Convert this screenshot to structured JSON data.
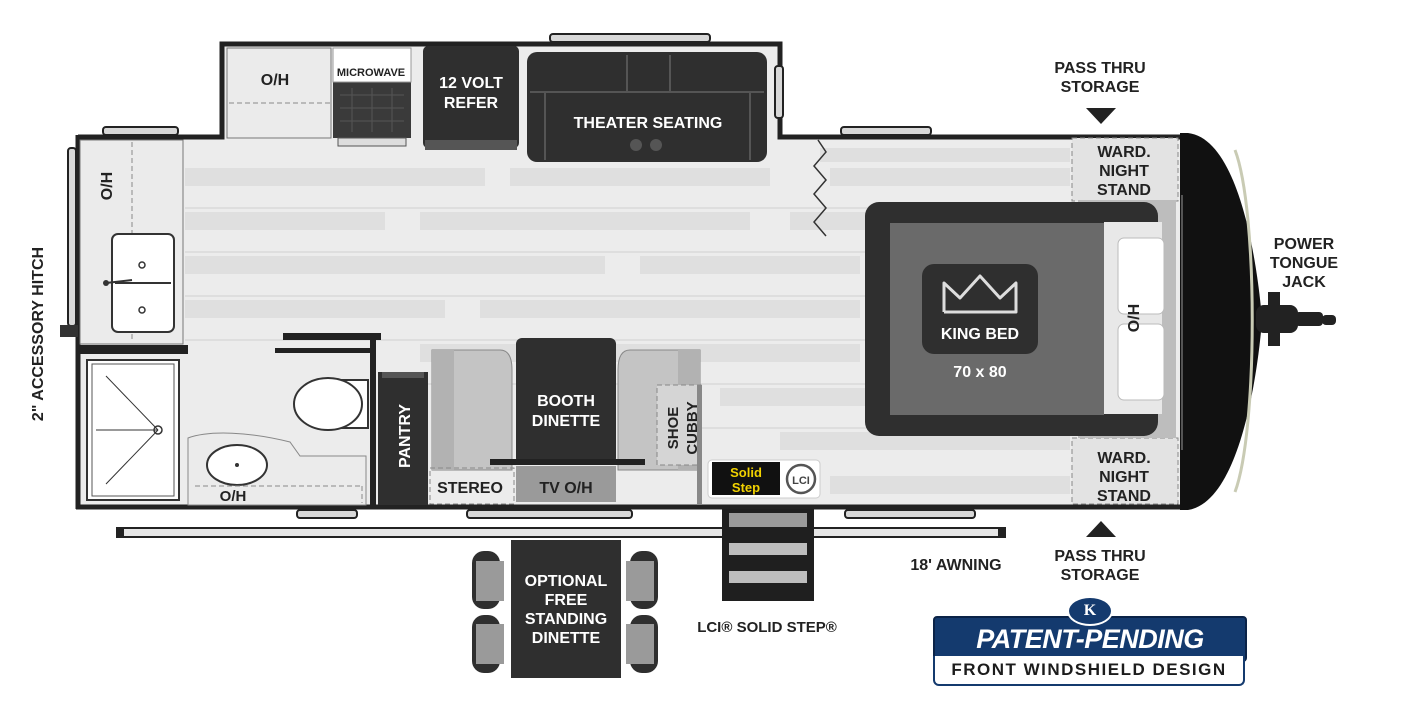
{
  "labels": {
    "oh_kitchen": "O/H",
    "microwave": "MICROWAVE",
    "refer_line1": "12 VOLT",
    "refer_line2": "REFER",
    "theater_seating": "THEATER SEATING",
    "pass_thru_top_line1": "PASS THRU",
    "pass_thru_top_line2": "STORAGE",
    "ward_top_line1": "WARD.",
    "ward_top_line2": "NIGHT",
    "ward_top_line3": "STAND",
    "oh_rear": "O/H",
    "accessory_hitch": "2\" ACCESSORY HITCH",
    "king_bed": "KING BED",
    "bed_size": "70 x 80",
    "oh_bed": "O/H",
    "power_jack_line1": "POWER",
    "power_jack_line2": "TONGUE",
    "power_jack_line3": "JACK",
    "pantry": "PANTRY",
    "booth_line1": "BOOTH",
    "booth_line2": "DINETTE",
    "shoe_line1": "SHOE",
    "shoe_line2": "CUBBY",
    "stereo": "STEREO",
    "tv_oh": "TV O/H",
    "oh_bath": "O/H",
    "ward_bottom_line1": "WARD.",
    "ward_bottom_line2": "NIGHT",
    "ward_bottom_line3": "STAND",
    "awning": "18' AWNING",
    "pass_thru_bottom_line1": "PASS THRU",
    "pass_thru_bottom_line2": "STORAGE",
    "optional_line1": "OPTIONAL",
    "optional_line2": "FREE",
    "optional_line3": "STANDING",
    "optional_line4": "DINETTE",
    "solid_step_caption": "LCI® SOLID STEP®",
    "solid_step_logo_line1": "Solid",
    "solid_step_logo_line2": "Step",
    "lci_logo": "LCI"
  },
  "badge": {
    "title": "PATENT-PENDING DESIGN",
    "subtitle": "FRONT WINDSHIELD DESIGN",
    "logo": "K"
  },
  "colors": {
    "wall": "#222222",
    "floor": "#ebebeb",
    "floor_plank": "#dedede",
    "dark_fixture": "#2f2f2f",
    "mid_fixture": "#b8b8b8",
    "light_fixture": "#d2d2d2",
    "badge_blue": "#143a6e"
  }
}
